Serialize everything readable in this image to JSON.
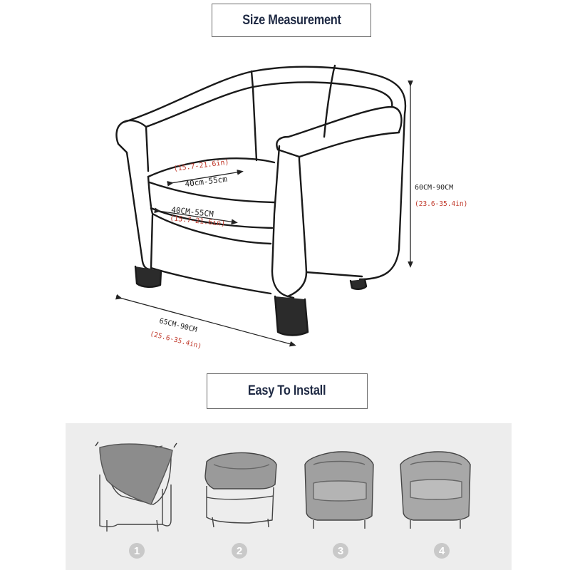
{
  "size_section": {
    "title": "Size Measurement",
    "seat_depth": {
      "cm": "40cm-55cm",
      "inch": "(15.7-21.6in)"
    },
    "seat_width": {
      "cm": "40CM-55CM",
      "inch": "(15.7-21.6in)"
    },
    "height": {
      "cm": "60CM-90CM",
      "inch": "(23.6-35.4in)"
    },
    "width": {
      "cm": "65CM-90CM",
      "inch": "(25.6-35.4in)"
    }
  },
  "install_section": {
    "title": "Easy To Install",
    "steps": [
      {
        "number": "1"
      },
      {
        "number": "2"
      },
      {
        "number": "3"
      },
      {
        "number": "4"
      }
    ]
  },
  "colors": {
    "title_text": "#1f2a44",
    "inch_label": "#c0392b",
    "panel_bg": "#ededed",
    "step_circle": "#c9c9c9"
  }
}
